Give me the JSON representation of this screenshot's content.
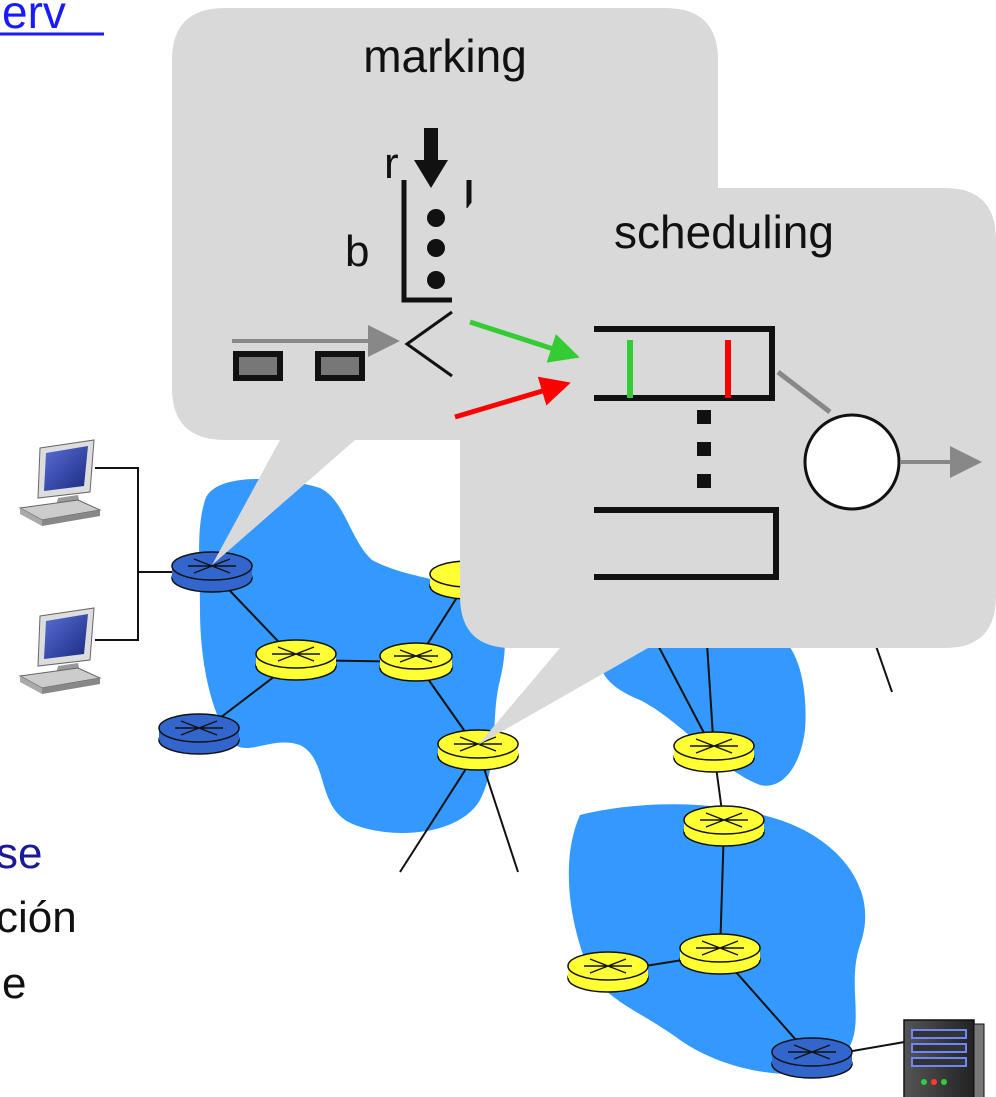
{
  "partial_texts": {
    "top_link": "erv",
    "line_1": "se",
    "line_2": "ción",
    "line_3": "e"
  },
  "callouts": {
    "marking": {
      "title": "marking",
      "rate_label": "r",
      "bucket_label": "b"
    },
    "scheduling": {
      "title": "scheduling"
    }
  },
  "colors": {
    "network_cloud": "#3399ff",
    "edge_router": "#3366cc",
    "core_router": "#ffff33",
    "callout_fill": "#d9d9d9",
    "link_text": "#1a1aff",
    "blue_text": "#1a1a99",
    "accept_arrow": "#33cc33",
    "reject_arrow": "#ff0000"
  }
}
